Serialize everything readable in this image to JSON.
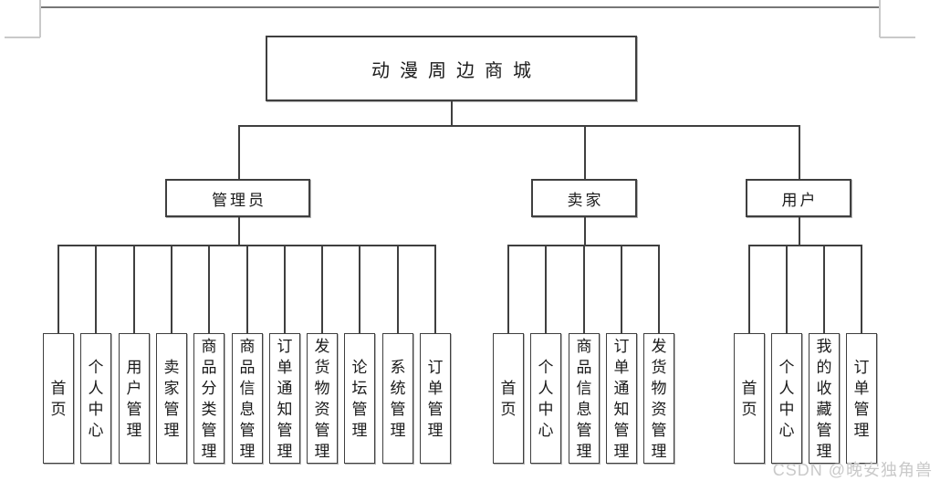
{
  "document": {
    "watermark": "CSDN @晚安独角兽"
  },
  "diagram": {
    "root": {
      "label": "动漫周边商城"
    },
    "branches": [
      {
        "label": "管理员",
        "children": [
          "首页",
          "个人中心",
          "用户管理",
          "卖家管理",
          "商品分类管理",
          "商品信息管理",
          "订单通知管理",
          "发货物资管理",
          "论坛管理",
          "系统管理",
          "订单管理"
        ]
      },
      {
        "label": "卖家",
        "children": [
          "首页",
          "个人中心",
          "商品信息管理",
          "订单通知管理",
          "发货物资管理"
        ]
      },
      {
        "label": "用户",
        "children": [
          "首页",
          "个人中心",
          "我的收藏管理",
          "订单管理"
        ]
      }
    ],
    "colors": {
      "line": "#3f3f3f",
      "box_border": "#3f3f3f",
      "text": "#1a1a1a",
      "watermark": "#c9c9c9",
      "margin_mark_dark": "#777777",
      "margin_mark_light": "#c9c9c9"
    }
  }
}
